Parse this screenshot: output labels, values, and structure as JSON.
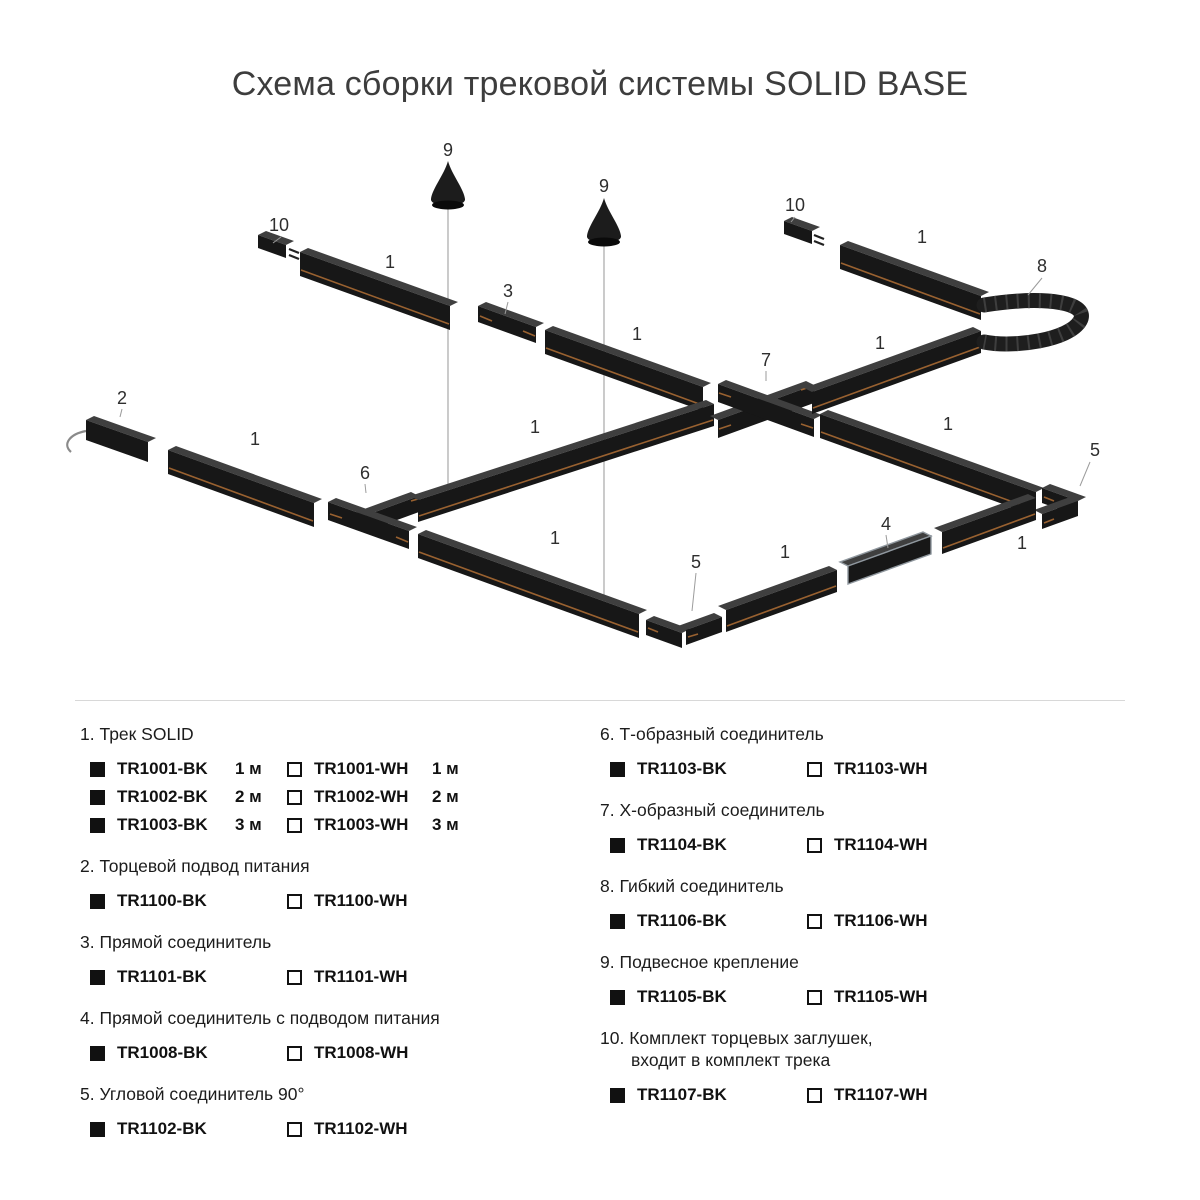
{
  "title": "Схема сборки трековой системы SOLID BASE",
  "diagram": {
    "callouts": [
      "9",
      "10",
      "9",
      "10",
      "1",
      "8",
      "1",
      "3",
      "1",
      "7",
      "1",
      "2",
      "1",
      "1",
      "1",
      "5",
      "6",
      "1",
      "5",
      "1",
      "4",
      "1"
    ]
  },
  "parts": {
    "left": [
      {
        "number": "1.",
        "title": "Трек SOLID",
        "rows": [
          {
            "bk_code": "TR1001-BK",
            "bk_size": "1 м",
            "wh_code": "TR1001-WH",
            "wh_size": "1 м"
          },
          {
            "bk_code": "TR1002-BK",
            "bk_size": "2 м",
            "wh_code": "TR1002-WH",
            "wh_size": "2 м"
          },
          {
            "bk_code": "TR1003-BK",
            "bk_size": "3 м",
            "wh_code": "TR1003-WH",
            "wh_size": "3 м"
          }
        ]
      },
      {
        "number": "2.",
        "title": "Торцевой подвод питания",
        "rows": [
          {
            "bk_code": "TR1100-BK",
            "wh_code": "TR1100-WH"
          }
        ]
      },
      {
        "number": "3.",
        "title": "Прямой соединитель",
        "rows": [
          {
            "bk_code": "TR1101-BK",
            "wh_code": "TR1101-WH"
          }
        ]
      },
      {
        "number": "4.",
        "title": "Прямой соединитель с подводом питания",
        "rows": [
          {
            "bk_code": "TR1008-BK",
            "wh_code": "TR1008-WH"
          }
        ]
      },
      {
        "number": "5.",
        "title": "Угловой соединитель 90°",
        "rows": [
          {
            "bk_code": "TR1102-BK",
            "wh_code": "TR1102-WH"
          }
        ]
      }
    ],
    "right": [
      {
        "number": "6.",
        "title": "Т-образный соединитель",
        "rows": [
          {
            "bk_code": "TR1103-BK",
            "wh_code": "TR1103-WH"
          }
        ]
      },
      {
        "number": "7.",
        "title": "Х-образный соединитель",
        "rows": [
          {
            "bk_code": "TR1104-BK",
            "wh_code": "TR1104-WH"
          }
        ]
      },
      {
        "number": "8.",
        "title": "Гибкий соединитель",
        "rows": [
          {
            "bk_code": "TR1106-BK",
            "wh_code": "TR1106-WH"
          }
        ]
      },
      {
        "number": "9.",
        "title": "Подвесное крепление",
        "rows": [
          {
            "bk_code": "TR1105-BK",
            "wh_code": "TR1105-WH"
          }
        ]
      },
      {
        "number": "10.",
        "title": "Комплект торцевых заглушек,",
        "title2": "входит в комплект трека",
        "rows": [
          {
            "bk_code": "TR1107-BK",
            "wh_code": "TR1107-WH"
          }
        ]
      }
    ]
  },
  "colors": {
    "track_black": "#171717",
    "accent_orange": "#b06f35",
    "swatch_black": "#111111",
    "swatch_white": "#ffffff"
  }
}
